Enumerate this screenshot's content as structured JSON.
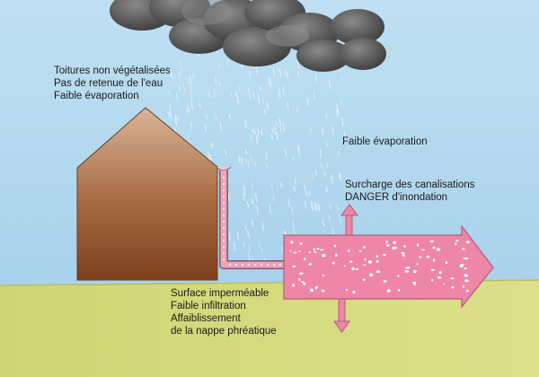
{
  "roof_text": {
    "line1": "Toitures non végétalisées",
    "line2": "Pas de retenue de l'eau",
    "line3": "Faible évaporation"
  },
  "evaporation_text": "Faible évaporation",
  "overflow_text": {
    "line1": "Surcharge des canalisations",
    "line2": "DANGER d'inondation"
  },
  "ground_text": {
    "line1": "Surface imperméable",
    "line2": "Faible infiltration",
    "line3": "Affaiblissement",
    "line4": "de la nappe phréatique"
  },
  "colors": {
    "sky": "#a9d3ec",
    "ground": "#d4d97a",
    "house_top": "#c9a07e",
    "house_bottom": "#8a4a22",
    "water_flow": "#ee86a8",
    "cloud": "#5c5c5c",
    "rain": "#ffffff"
  },
  "icons": {
    "cloud": "storm-cloud-icon",
    "arrow": "flow-arrow-icon"
  }
}
